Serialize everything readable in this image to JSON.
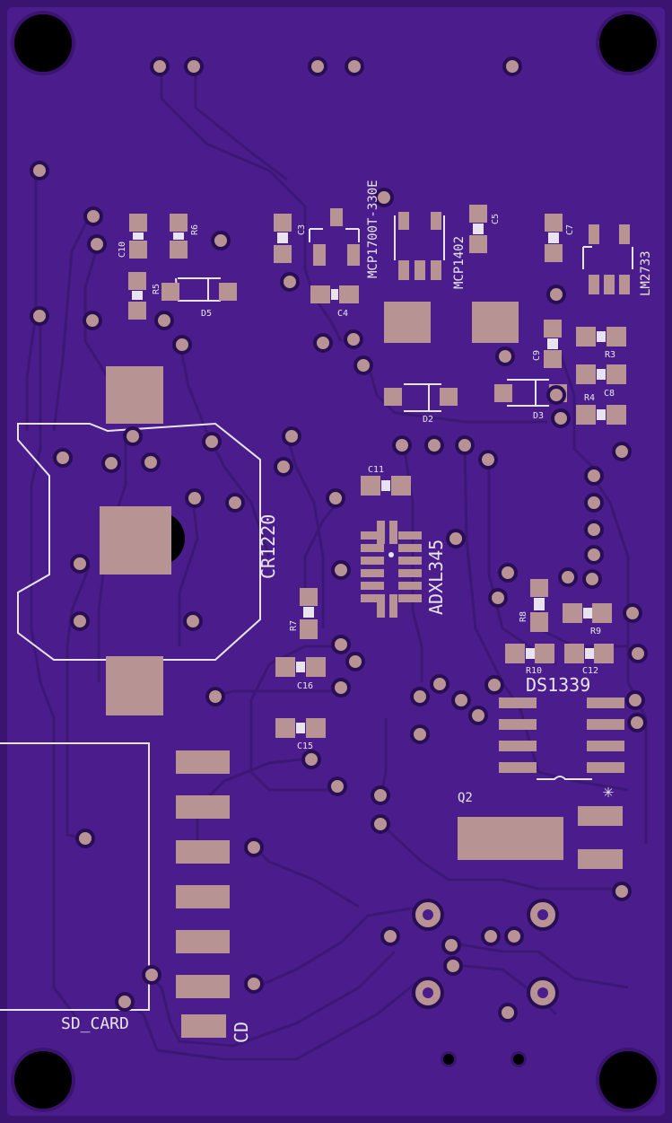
{
  "board": {
    "substrate_color": "#3a1470",
    "copper_color": "#4b1d8c",
    "pad_color": "#b89393",
    "silk_color": "#e8e4ef"
  },
  "labels": {
    "u_ldo": "MCP1700T-330E",
    "u_mcp": "MCP1402",
    "u_boost": "LM2733",
    "u_accel": "ADXL345",
    "u_rtc": "DS1339",
    "batt": "CR1220",
    "sd": "SD_CARD",
    "cd": "CD",
    "q2": "Q2",
    "c3": "C3",
    "c4": "C4",
    "c5": "C5",
    "c7": "C7",
    "c8": "C8",
    "c9": "C9",
    "c10": "C10",
    "c11": "C11",
    "c12": "C12",
    "c15": "C15",
    "c16": "C16",
    "r3": "R3",
    "r4": "R4",
    "r5": "R5",
    "r6": "R6",
    "r7": "R7",
    "r8": "R8",
    "r9": "R9",
    "r10": "R10",
    "d2": "D2",
    "d3": "D3",
    "d5": "D5",
    "star": "✳"
  }
}
